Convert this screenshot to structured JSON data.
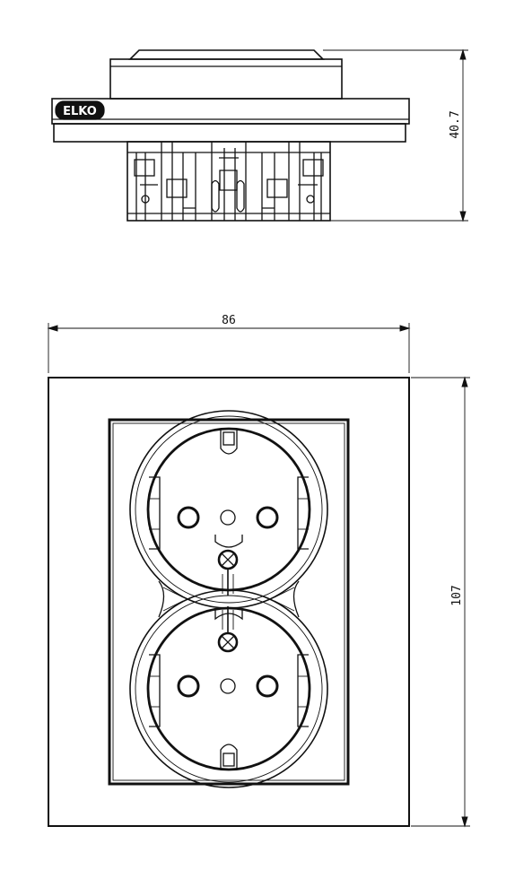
{
  "logo": {
    "text": "ELKO"
  },
  "dimensions": {
    "depth": "40.7",
    "width": "86",
    "height": "107"
  },
  "colors": {
    "line": "#111111",
    "background": "#ffffff"
  }
}
